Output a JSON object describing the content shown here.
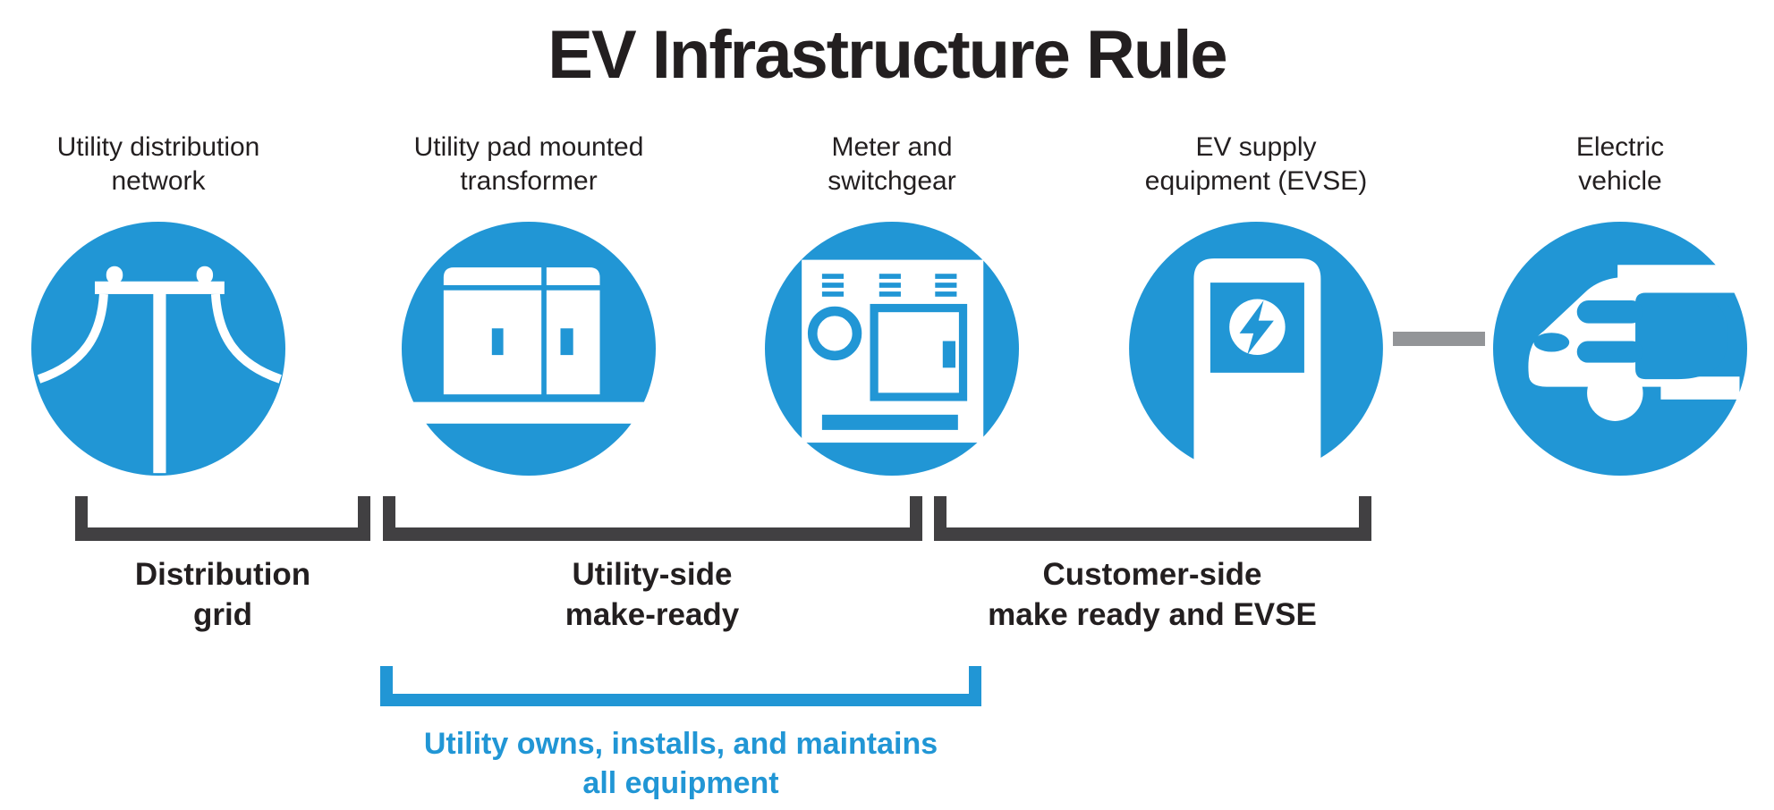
{
  "title": "EV Infrastructure Rule",
  "palette": {
    "blue": "#2196D5",
    "ink": "#231F20",
    "bracket_dark": "#414042",
    "connector_gray": "#939598",
    "background": "#FFFFFF"
  },
  "stages": [
    {
      "label": "Utility distribution\nnetwork",
      "icon": "power-pole-icon"
    },
    {
      "label": "Utility pad mounted\ntransformer",
      "icon": "transformer-icon"
    },
    {
      "label": "Meter and\nswitchgear",
      "icon": "meter-switchgear-icon"
    },
    {
      "label": "EV supply\nequipment (EVSE)",
      "icon": "ev-charger-icon"
    },
    {
      "label": "Electric\nvehicle",
      "icon": "electric-vehicle-icon"
    }
  ],
  "brackets": [
    {
      "label": "Distribution\ngrid"
    },
    {
      "label": "Utility-side\nmake-ready"
    },
    {
      "label": "Customer-side\nmake ready and EVSE"
    }
  ],
  "ownership_note": {
    "label": "Utility owns, installs, and maintains\nall equipment"
  }
}
